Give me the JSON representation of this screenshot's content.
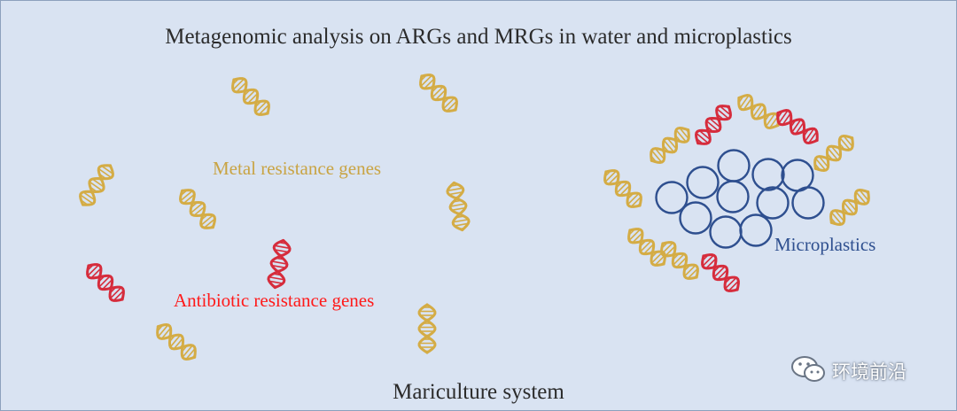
{
  "title": "Metagenomic analysis on ARGs and MRGs in water and microplastics",
  "labels": {
    "metal": "Metal resistance genes",
    "antibiotic": "Antibiotic resistance genes",
    "microplastics": "Microplastics",
    "system": "Mariculture system"
  },
  "watermark": {
    "text": "环境前沿",
    "icon": "wechat-icon"
  },
  "colors": {
    "background": "#d9e3f2",
    "metal_gene": "#d4ac45",
    "antibiotic_gene": "#d62c3c",
    "antibiotic_label": "#ff1a1a",
    "metal_label": "#c9a444",
    "microplastic": "#2e4f8f",
    "microplastic_label": "#2e4f8f"
  },
  "icons": {
    "gene": "dna-helix-icon",
    "particle": "microplastic-particle-icon"
  }
}
